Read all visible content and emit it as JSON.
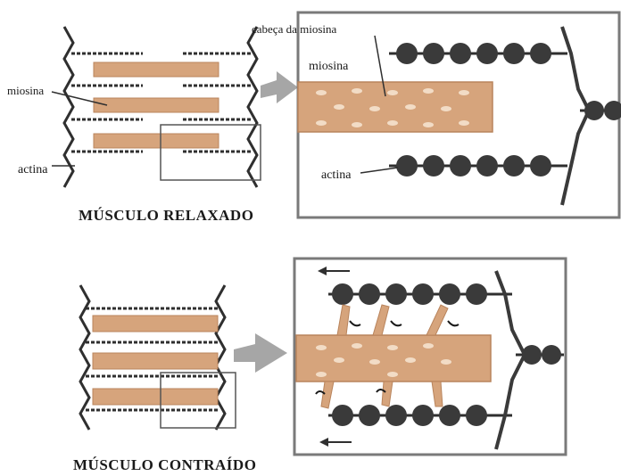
{
  "colors": {
    "myosin_fill": "#d6a47c",
    "myosin_stroke": "#b9845c",
    "actin_bead": "#3a3a3a",
    "line": "#2f2f2f",
    "frame": "#7a7a7a",
    "arrow": "#a6a6a6",
    "head_dot": "#f2dcc6"
  },
  "relaxed": {
    "caption": "MÚSCULO RELAXADO",
    "labels": {
      "myosin_left": "miosina",
      "actin_left": "actina",
      "myosin_head": "cabeça da miosina",
      "myosin_zoom": "miosina",
      "actin_zoom": "actina"
    }
  },
  "contracted": {
    "caption": "MÚSCULO CONTRAÍDO"
  }
}
